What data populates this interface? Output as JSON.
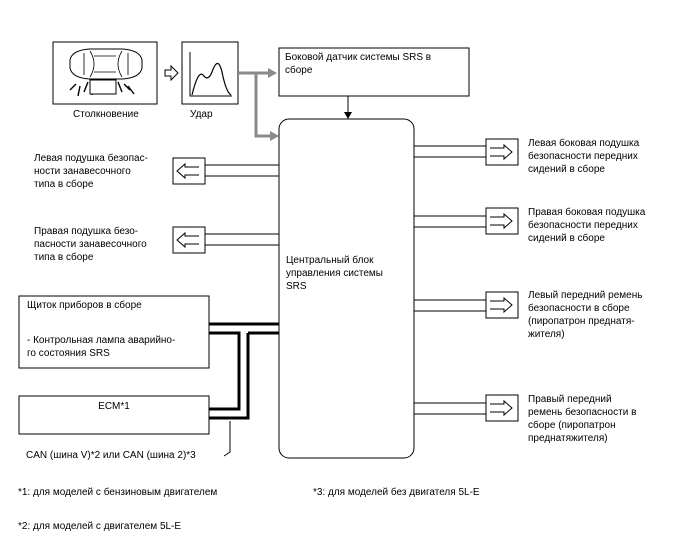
{
  "labels": {
    "collision": "Столкновение",
    "impact": "Удар",
    "side_sensor": "Боковой датчик системы SRS в\nсборе",
    "ecu": "Центральный блок\nуправления системы\nSRS",
    "left_curtain": "Левая подушка безопас-\nности занавесочного\nтипа в сборе",
    "right_curtain": "Правая подушка безо-\nпасности занавесочного\nтипа в сборе",
    "left_side_airbag": "Левая боковая подушка\nбезопасности передних\nсидений в сборе",
    "right_side_airbag": "Правая боковая подушка\nбезопасности передних\nсидений в сборе",
    "left_pretensioner": "Левый передний ремень\nбезопасности в сборе\n(пиропатрон преднатя-\nжителя)",
    "right_pretensioner": "Правый передний\nремень безопасности в\nсборе (пиропатрон\nпреднатяжителя)",
    "meter_title": "Щиток приборов в сборе",
    "meter_lamp": "- Контрольная лампа аварийно-\nго состояния SRS",
    "ecm": "ECM*1",
    "can_bus": "CAN (шина V)*2 или CAN (шина 2)*3"
  },
  "footnotes": {
    "note1": "*1: для моделей с бензиновым двигателем",
    "note2": "*2: для моделей с двигателем 5L-E",
    "note3": "*3: для моделей без двигателя 5L-E"
  },
  "colors": {
    "line": "#000000",
    "gray_arrow": "#8a8a8a"
  }
}
